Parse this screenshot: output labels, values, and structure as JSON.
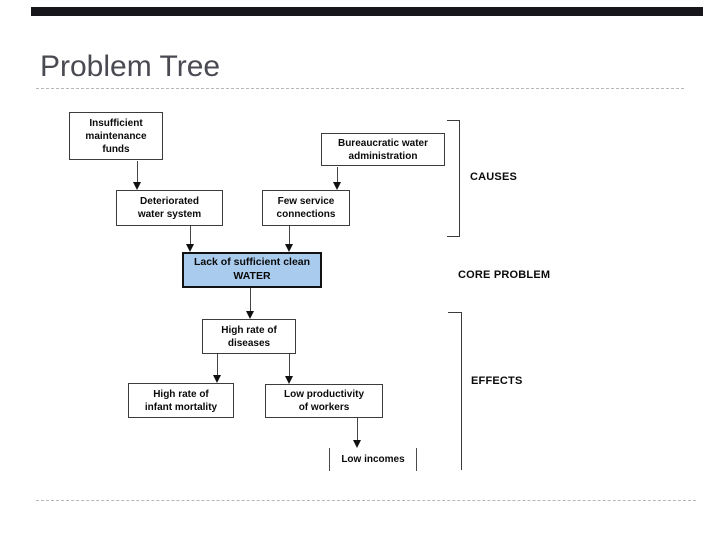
{
  "slide": {
    "title": "Problem Tree",
    "theme": {
      "top_bar_color": "#17171b",
      "title_color": "#4a4b52",
      "dashed_rule_color": "#b4b8bd",
      "core_box_fill": "#a9cbee"
    }
  },
  "diagram": {
    "nodes": [
      {
        "id": "insufficient-funds",
        "label": "Insufficient\nmaintenance\nfunds"
      },
      {
        "id": "bureaucratic-water",
        "label": "Bureaucratic water\nadministration"
      },
      {
        "id": "deteriorated-system",
        "label": "Deteriorated\nwater system"
      },
      {
        "id": "few-connections",
        "label": "Few service\nconnections"
      },
      {
        "id": "core-problem",
        "label": "Lack of sufficient clean\nWATER"
      },
      {
        "id": "high-diseases",
        "label": "High rate of\ndiseases"
      },
      {
        "id": "infant-mortality",
        "label": "High rate of\ninfant mortality"
      },
      {
        "id": "low-productivity",
        "label": "Low productivity\nof workers"
      },
      {
        "id": "low-incomes",
        "label": "Low incomes"
      }
    ],
    "section_labels": {
      "causes": "CAUSES",
      "core": "CORE PROBLEM",
      "effects": "EFFECTS"
    }
  }
}
